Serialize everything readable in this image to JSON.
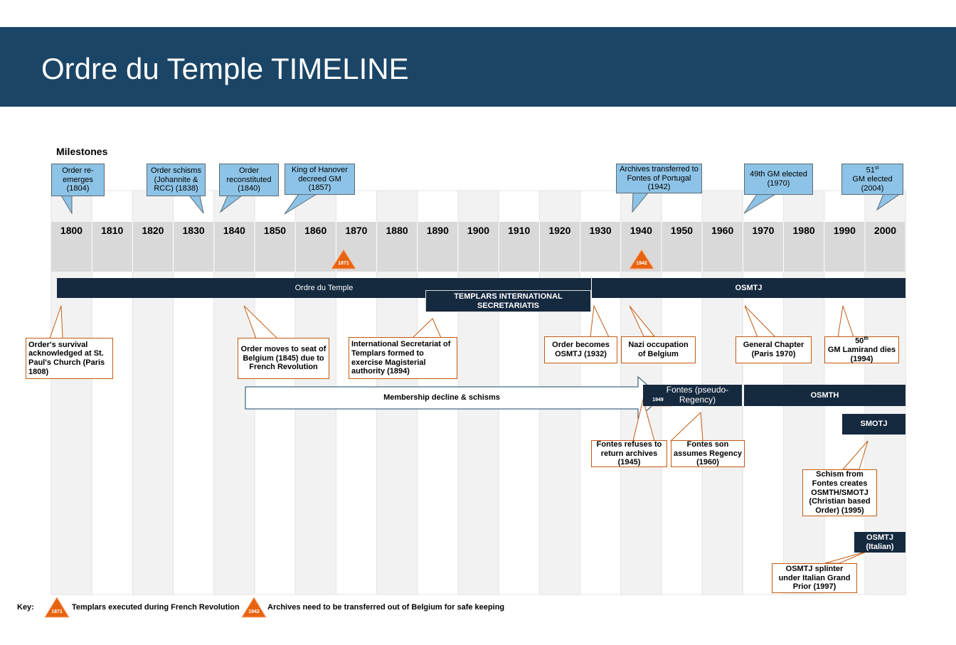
{
  "title": "Ordre du Temple TIMELINE",
  "milestones_heading": "Milestones",
  "decades": [
    "1800",
    "1810",
    "1820",
    "1830",
    "1840",
    "1850",
    "1860",
    "1870",
    "1880",
    "1890",
    "1900",
    "1910",
    "1920",
    "1930",
    "1940",
    "1950",
    "1960",
    "1970",
    "1980",
    "1990",
    "2000"
  ],
  "top_callouts": [
    {
      "text": "Order re-emerges (1804)"
    },
    {
      "text": "Order schisms (Johannite & RCC) (1838)"
    },
    {
      "text": "Order reconstituted (1840)"
    },
    {
      "text": "King of Hanover decreed GM (1857)"
    },
    {
      "text": "Archives transferred to Fontes of Portugal (1942)"
    },
    {
      "text": "49th GM elected (1970)"
    },
    {
      "sup": "st",
      "pre": "51",
      "text": "GM elected (2004)"
    }
  ],
  "bars": {
    "ordre": "Ordre du Temple",
    "osmtj_top": "OSMTJ",
    "secretariatis": "TEMPLARS INTERNATIONAL SECRETARIATIS",
    "membership": "Membership decline & schisms",
    "fontes": "Fontes (pseudo-Regency)",
    "osmth": "OSMTH",
    "smotj": "SMOTJ",
    "osmtj_italian": "OSMTJ (Italian)"
  },
  "bottom_callouts": {
    "survival": "Order's survival acknowledged at St. Paul's Church (Paris 1808)",
    "moves": "Order moves to seat of Belgium (1845) due to French Revolution",
    "secretariat": "International Secretariat of Templars formed to exercise Magisterial authority (1894)",
    "becomes": "Order becomes OSMTJ (1932)",
    "nazi": "Nazi occupation of Belgium",
    "chapter": "General Chapter (Paris 1970)",
    "lamirand_pre": "50",
    "lamirand_sup": "th",
    "lamirand": "GM Lamirand dies (1994)",
    "fontes_refuses": "Fontes refuses to return archives (1945)",
    "fontes_son": "Fontes son assumes Regency (1960)",
    "schism": "Schism from Fontes creates OSMTH/SMOTJ (Christian based Order) (1995)",
    "splinter": "OSMTJ splinter under Italian Grand Prior (1997)"
  },
  "markers": {
    "m1871": "1871",
    "m1942": "1942",
    "m1949": "1949"
  },
  "key": {
    "label": "Key:",
    "item1_badge": "1871",
    "item1_text": "Templars executed during French Revolution",
    "item2_badge": "1942",
    "item2_text": "Archives need to be transferred out of Belgium for safe keeping"
  },
  "colors": {
    "header": "#1b4566",
    "bar": "#15293f",
    "callout_blue": "#8dc3e6",
    "marker": "#e8630f",
    "callout_border": "#c35a12"
  }
}
